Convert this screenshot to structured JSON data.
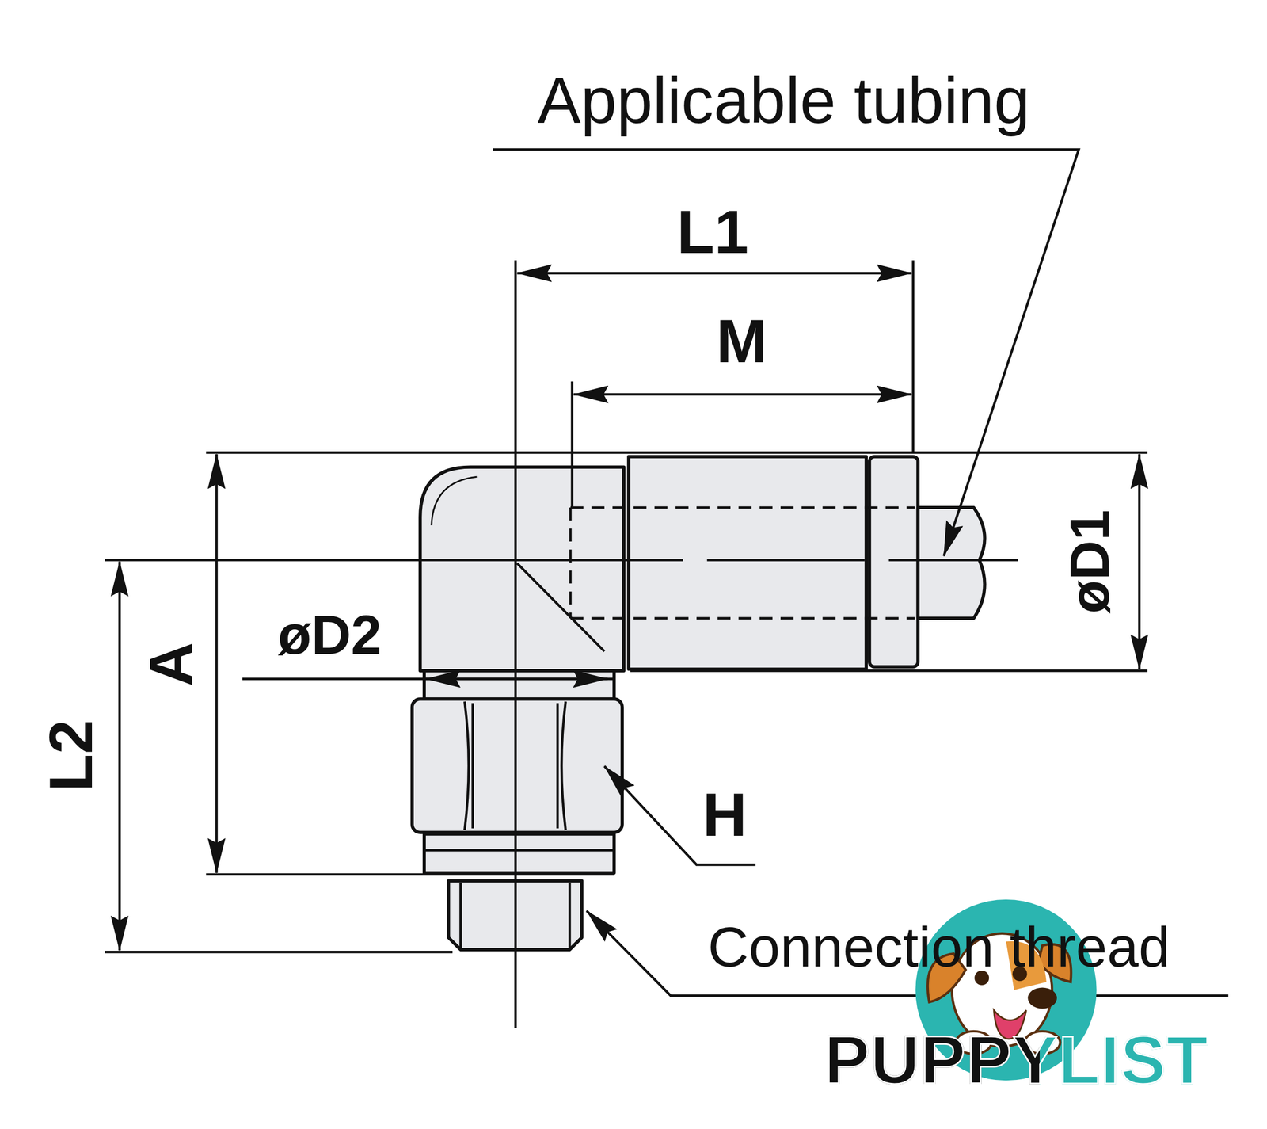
{
  "diagram": {
    "labels": [
      "Applicable tubing",
      "L1",
      "M",
      "øD1",
      "øD2",
      "A",
      "L2",
      "H",
      "Connection thread",
      "PUPPYLIST"
    ]
  }
}
